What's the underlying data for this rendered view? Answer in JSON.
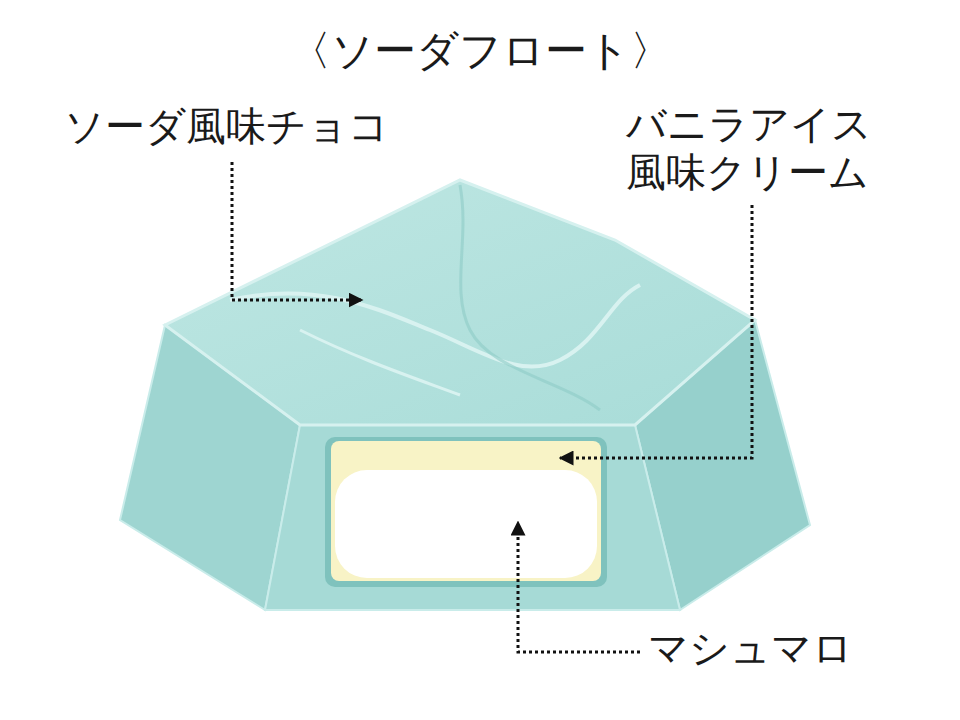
{
  "diagram": {
    "title": "〈ソーダフロート〉",
    "labels": [
      "ソーダ風味チョコ",
      "バニラアイス 風味クリーム",
      "マシュマロ"
    ]
  }
}
